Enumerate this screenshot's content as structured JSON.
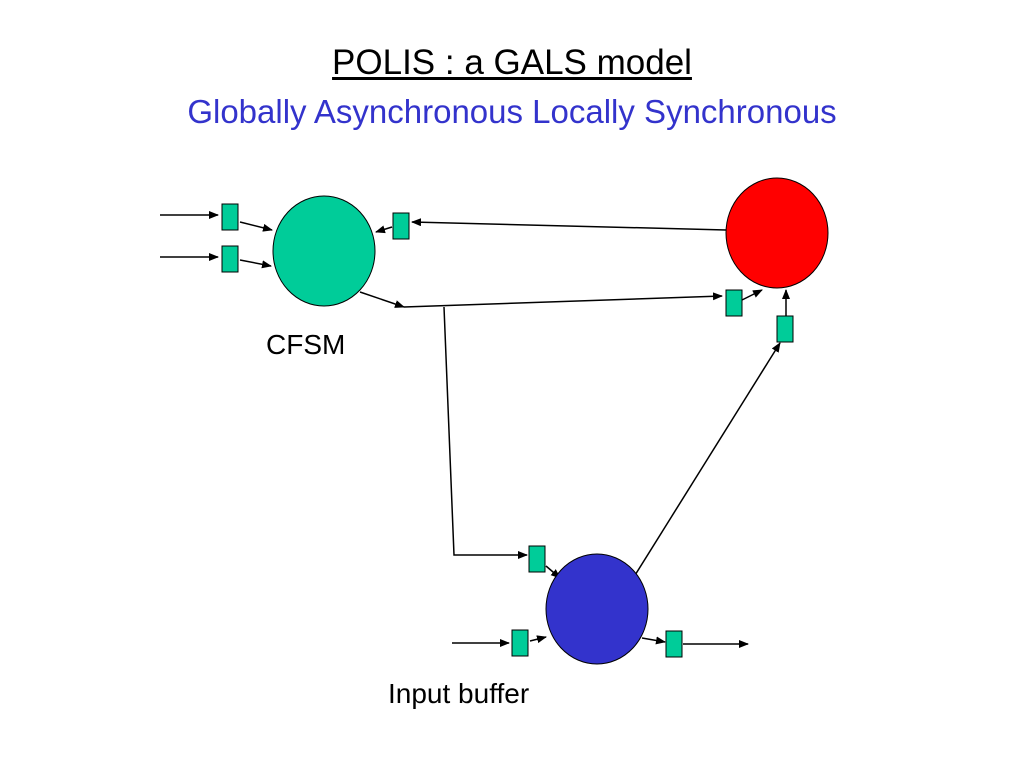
{
  "title": "POLIS : a GALS model",
  "subtitle": "Globally Asynchronous Locally Synchronous",
  "colors": {
    "title": "#000000",
    "subtitle": "#3333cc",
    "cfsm_node": "#00cc99",
    "remote_node": "#ff0000",
    "third_node": "#3333cc",
    "buffer": "#00cc99"
  },
  "labels": {
    "cfsm": "CFSM",
    "input_buffer": "Input buffer"
  }
}
